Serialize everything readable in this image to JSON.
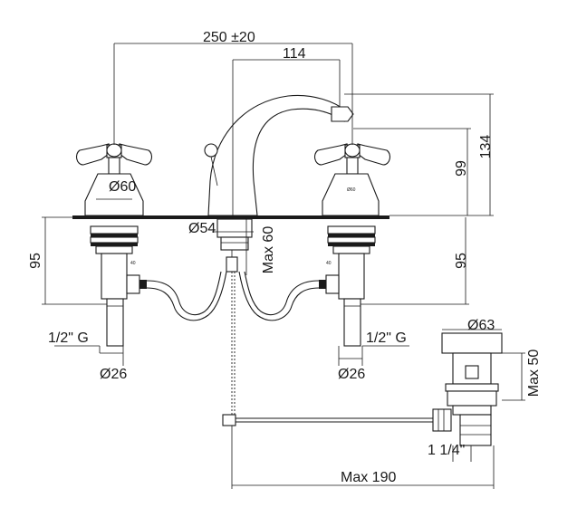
{
  "dimensions": {
    "centers": "250 ±20",
    "spout_reach": "114",
    "overall_height": "134",
    "spout_height": "99",
    "handle_base_diameter": "Ø60",
    "spout_base_diameter": "Ø54",
    "max_deck_thickness": "Max 60",
    "valve_length_left": "95",
    "valve_length_right": "95",
    "thread_left": "1/2\" G",
    "thread_right": "1/2\" G",
    "tail_diameter_left": "Ø26",
    "tail_diameter_right": "Ø26",
    "drain_flange_diameter": "Ø63",
    "drain_max_height": "Max 50",
    "drain_thread": "1 1/4\"",
    "max_pop_up_reach": "Max 190"
  },
  "small_marks": {
    "valve_left": "40",
    "valve_right": "40",
    "spout_cap": "Ø60"
  },
  "colors": {
    "line": "#1a1a1a",
    "background": "#ffffff"
  }
}
